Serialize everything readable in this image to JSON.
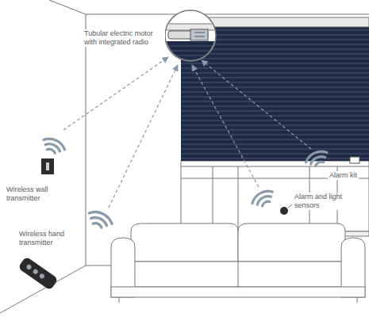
{
  "diagram": {
    "labels": [
      "Tubular electric motor with integrated radio",
      "Wireless wall transmitter",
      "Wireless hand transmitter",
      "Alarm kit",
      "Alarm and light sensors"
    ]
  }
}
